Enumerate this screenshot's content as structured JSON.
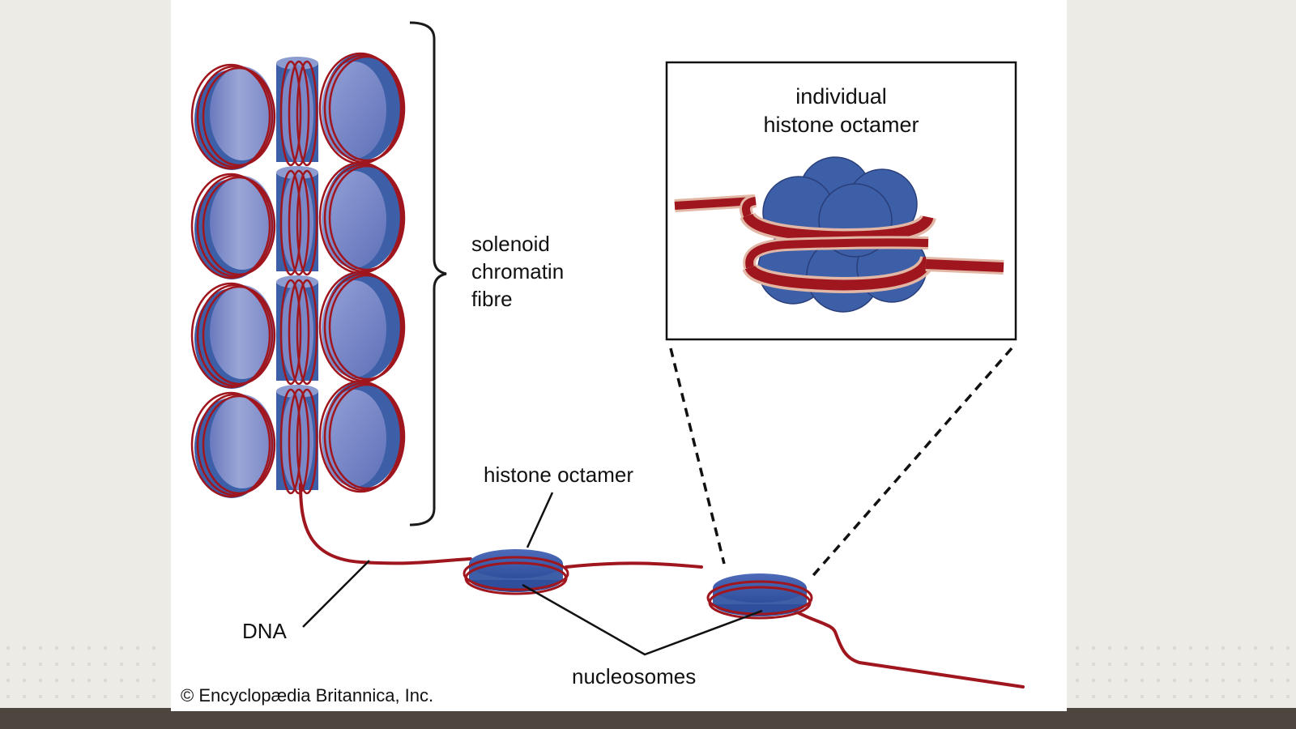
{
  "labels": {
    "solenoid": [
      "solenoid",
      "chromatin",
      "fibre"
    ],
    "histone_octamer": "histone octamer",
    "dna": "DNA",
    "nucleosomes": "nucleosomes",
    "inset_title": [
      "individual",
      "histone octamer"
    ],
    "copyright": "© Encyclopædia Britannica, Inc."
  },
  "colors": {
    "histone": "#3d5fa8",
    "histone_light": "#8c9cd0",
    "dna": "#a0161e",
    "dna_edge": "#e2b7a6",
    "background": "#ecebe6",
    "bottom_bar": "#4d463f"
  },
  "icons": [
    "histone-core-icon",
    "dna-strand-icon"
  ]
}
